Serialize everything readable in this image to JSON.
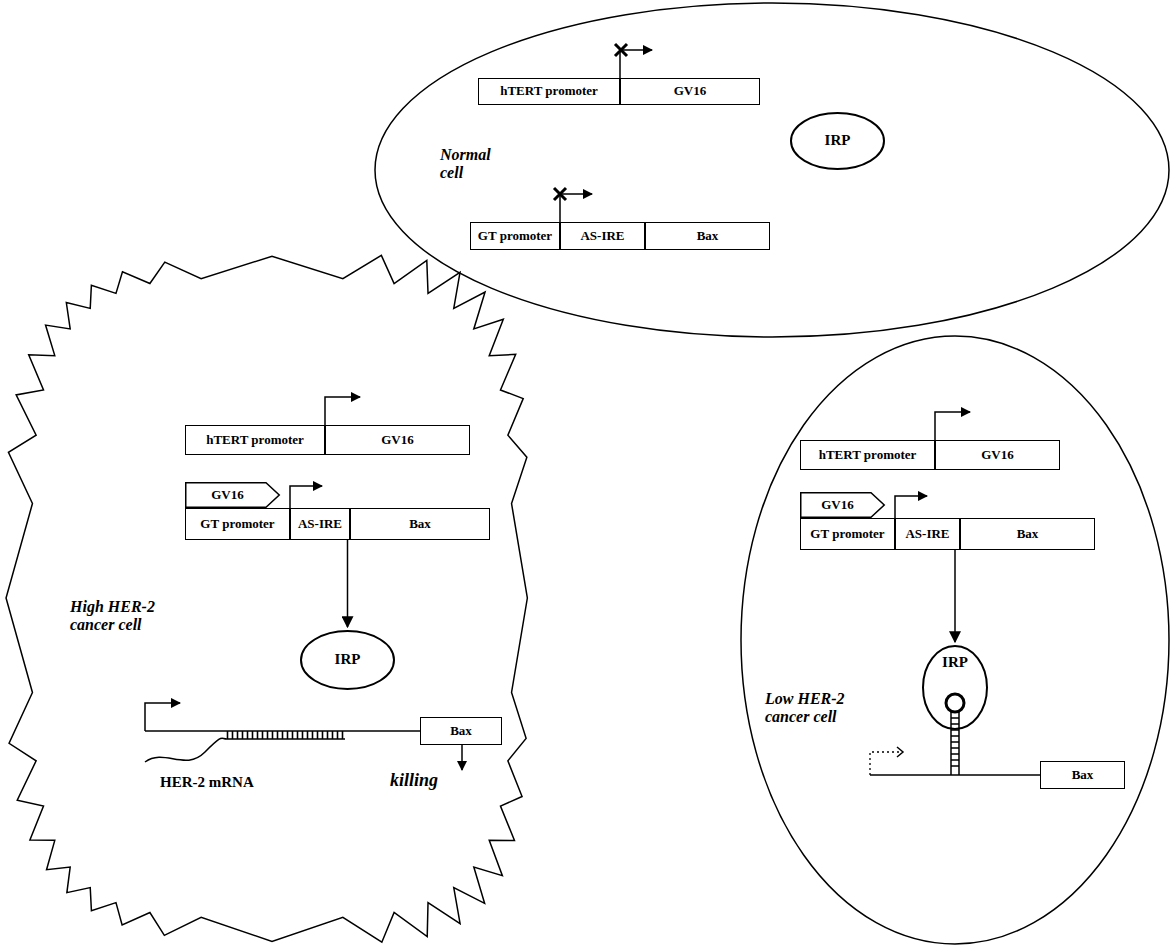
{
  "diagram": {
    "nodes": [
      {
        "text": [
          "Normal cell"
        ]
      },
      {
        "text": [
          "hTERT promoter"
        ],
        "in": 0
      },
      {
        "text": [
          "GV16"
        ],
        "in": 0
      },
      {
        "text": [
          "IRP"
        ],
        "in": 0
      },
      {
        "text": [
          "GT promoter"
        ],
        "in": 0
      },
      {
        "text": [
          "AS-IRE"
        ],
        "in": 0
      },
      {
        "text": [
          "Bax"
        ],
        "in": 0
      },
      {
        "text": [
          "High HER-2 cancer cell"
        ]
      },
      {
        "text": [
          "hTERT promoter"
        ],
        "in": 7
      },
      {
        "text": [
          "GV16"
        ],
        "in": 7
      },
      {
        "text": [
          "GV16"
        ],
        "in": 7
      },
      {
        "text": [
          "GT promoter"
        ],
        "in": 7
      },
      {
        "text": [
          "AS-IRE"
        ],
        "in": 7
      },
      {
        "text": [
          "Bax"
        ],
        "in": 7
      },
      {
        "text": [
          "IRP"
        ],
        "in": 7
      },
      {
        "text": [
          "Bax"
        ],
        "in": 7
      },
      {
        "text": [
          "Low HER-2 cancer cell"
        ]
      },
      {
        "text": [
          "hTERT promoter"
        ],
        "in": 16
      },
      {
        "text": [
          "GV16"
        ],
        "in": 16
      },
      {
        "text": [
          "GV16"
        ],
        "in": 16
      },
      {
        "text": [
          "GT promoter"
        ],
        "in": 16
      },
      {
        "text": [
          "AS-IRE"
        ],
        "in": 16
      },
      {
        "text": [
          "Bax"
        ],
        "in": 16
      },
      {
        "text": [
          "IRP"
        ],
        "in": 16
      },
      {
        "text": [
          "Bax"
        ],
        "in": 16
      }
    ],
    "edges": [
      {
        "from": 12,
        "to": 14,
        "arrow": "to"
      },
      {
        "from": 21,
        "to": 23,
        "arrow": "to"
      }
    ],
    "labels": [
      "HER-2 mRNA",
      "killing"
    ]
  }
}
